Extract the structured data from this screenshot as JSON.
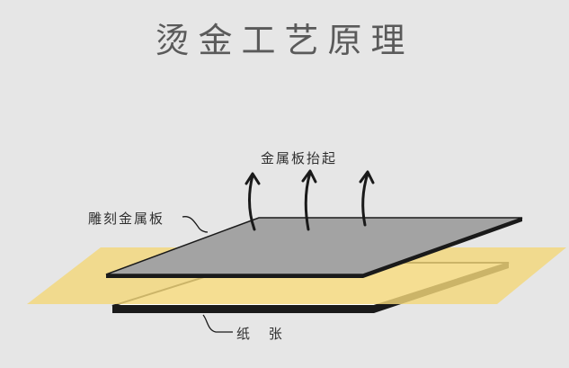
{
  "title": "烫金工艺原理",
  "labels": {
    "plate_lift": "金属板抬起",
    "engraved_plate": "雕刻金属板",
    "paper": "纸 张"
  },
  "colors": {
    "background": "#e6e6e6",
    "metal_plate": "#a3a3a3",
    "gold_foil": "#f3d77a",
    "paper": "#ffffff",
    "outline": "#1a1a1a"
  }
}
